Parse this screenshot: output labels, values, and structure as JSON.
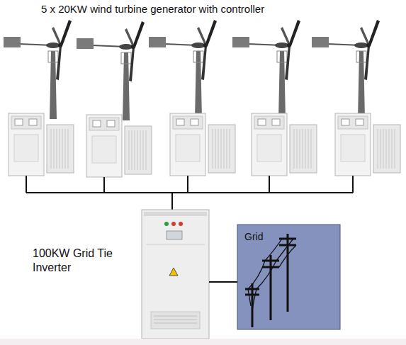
{
  "diagram": {
    "title": "5 x 20KW wind turbine generator with controller",
    "nodes": [
      {
        "text": [
          "100KW Grid Tie Inverter"
        ]
      },
      {
        "text": [
          "Grid"
        ]
      }
    ],
    "edges": [
      {
        "from": 0,
        "to": 1,
        "arrow": "none"
      }
    ]
  }
}
